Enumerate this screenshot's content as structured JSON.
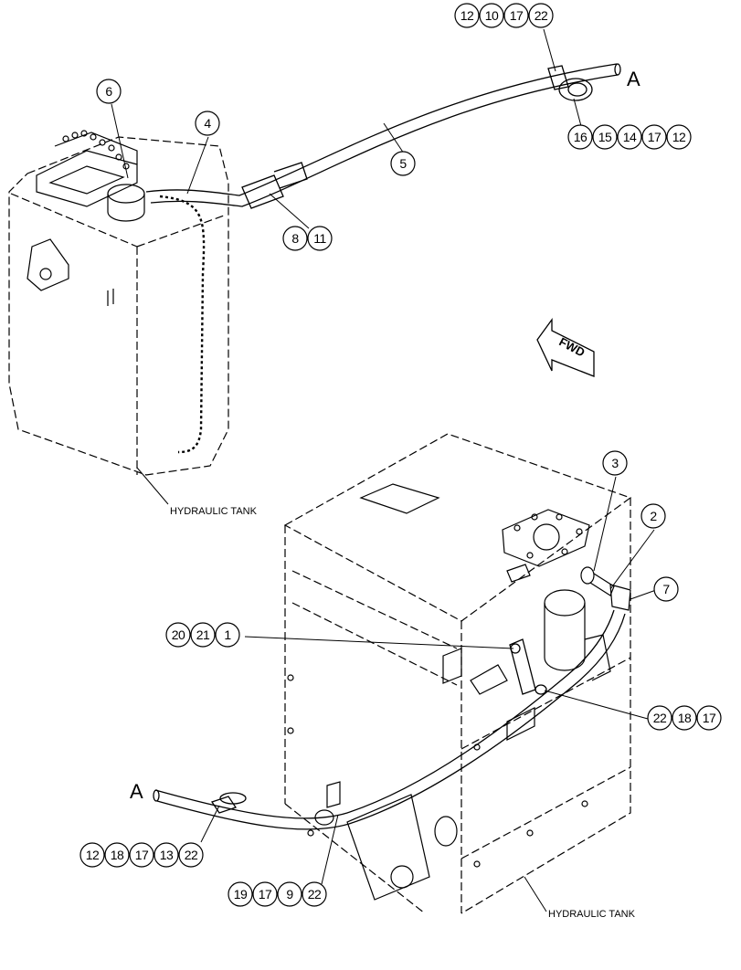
{
  "labels": {
    "tank_top": "HYDRAULIC TANK",
    "tank_bottom": "HYDRAULIC TANK",
    "ref_top": "A",
    "ref_bottom": "A",
    "fwd": "FWD"
  },
  "callouts": {
    "c_top_clamp": [
      "12",
      "10",
      "17",
      "22"
    ],
    "c_clamp_parts": [
      "16",
      "15",
      "14",
      "17",
      "12"
    ],
    "c6": [
      "6"
    ],
    "c4": [
      "4"
    ],
    "c5": [
      "5"
    ],
    "c8_11": [
      "8",
      "11"
    ],
    "c3": [
      "3"
    ],
    "c2": [
      "2"
    ],
    "c7": [
      "7"
    ],
    "c20_21_1": [
      "20",
      "21",
      "1"
    ],
    "c22_18_17": [
      "22",
      "18",
      "17"
    ],
    "c_bottom_clamp": [
      "12",
      "18",
      "17",
      "13",
      "22"
    ],
    "c19_17_9_22": [
      "19",
      "17",
      "9",
      "22"
    ]
  },
  "colors": {
    "ink": "#000000",
    "paper": "#ffffff"
  }
}
